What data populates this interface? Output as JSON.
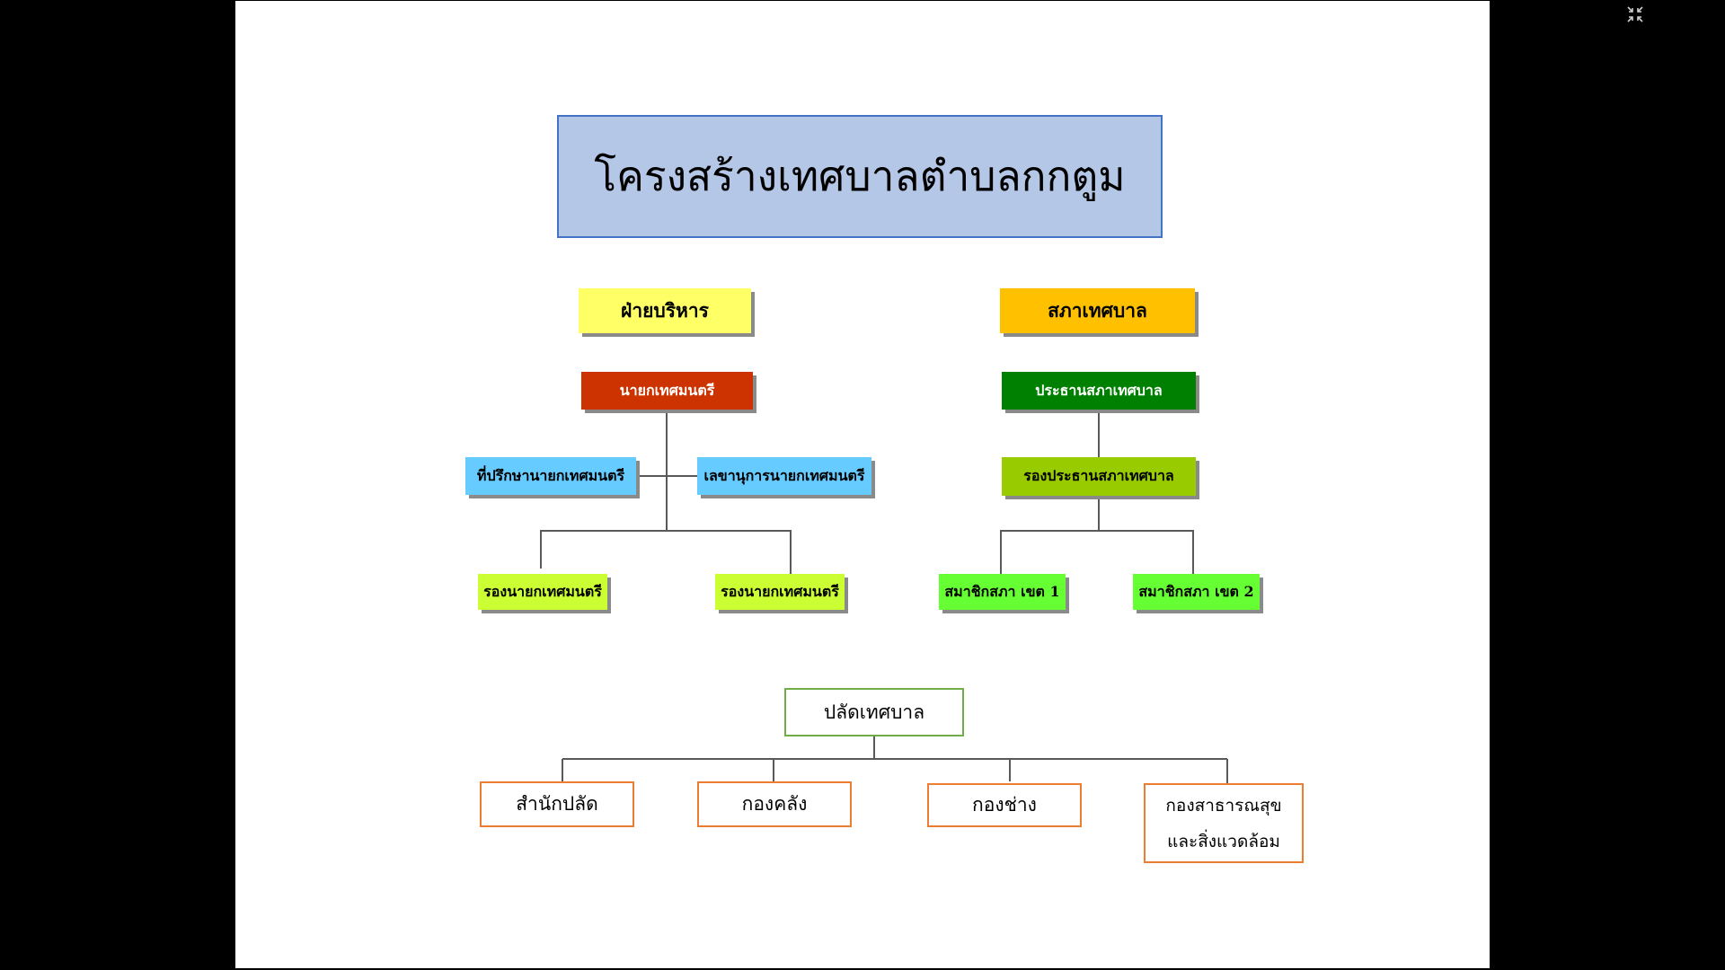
{
  "title": "โครงสร้างเทศบาลตำบลกกตูม",
  "executive": {
    "header": "ฝ่ายบริหาร",
    "mayor": "นายกเทศมนตรี",
    "advisor": "ที่ปรึกษานายกเทศมนตรี",
    "secretary": "เลขานุการนายกเทศมนตรี",
    "deputies": [
      "รองนายกเทศมนตรี",
      "รองนายกเทศมนตรี"
    ]
  },
  "council": {
    "header": "สภาเทศบาล",
    "chairman": "ประธานสภาเทศบาล",
    "vice_chairman": "รองประธานสภาเทศบาล",
    "members": [
      "สมาชิกสภา เขต 1",
      "สมาชิกสภา เขต 2"
    ]
  },
  "administration": {
    "head": "ปลัดเทศบาล",
    "divisions": [
      "สำนักปลัด",
      "กองคลัง",
      "กองช่าง"
    ],
    "health_line1": "กองสาธารณสุข",
    "health_line2": "และสิ่งแวดล้อม"
  },
  "colors": {
    "title_fill": "#b4c7e7",
    "title_border": "#4472c4",
    "executive_header": "#ffff66",
    "council_header": "#ffc000",
    "mayor": "#cc3300",
    "chairman": "#008000",
    "advisor": "#66ccff",
    "vice_chairman": "#99cc00",
    "deputy": "#ccff33",
    "member": "#66ff33",
    "head_border": "#70ad47",
    "division_border": "#ed7d31"
  },
  "icons": {
    "exit_fullscreen": "exit-fullscreen-icon"
  }
}
